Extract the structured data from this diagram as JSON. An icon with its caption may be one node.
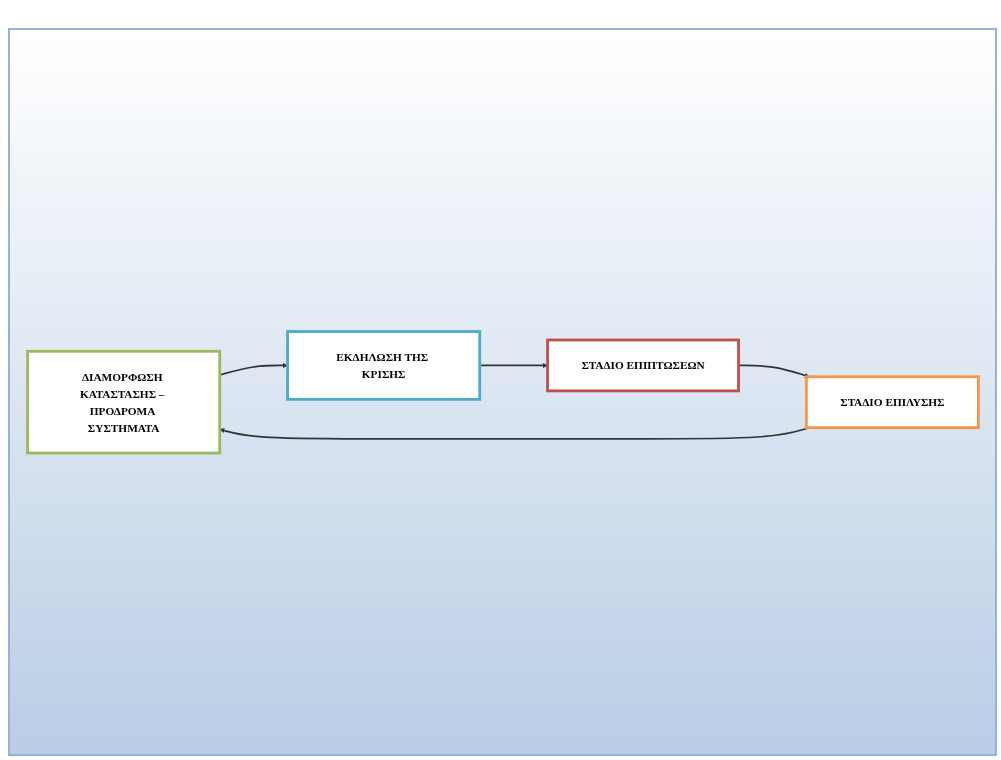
{
  "diagram": {
    "nodes": [
      {
        "text": [
          "ΔΙΑΜΟΡΦΩΣΗ ΚΑΤΑΣΤΑΣΗΣ – ΠΡΟΔΡΟΜΑ ΣΥΣΤΗΜΑΤΑ"
        ]
      },
      {
        "text": [
          "ΕΚΔΗΛΩΣΗ ΤΗΣ ΚΡΙΣΗΣ"
        ]
      },
      {
        "text": [
          "ΣΤΑΔΙΟ ΕΠΙΛΥΣΗΣ"
        ]
      },
      {
        "text": [
          "ΣΤΑΔΙΟ ΕΠΙΠΤΩΣΕΩΝ"
        ]
      }
    ],
    "edges": [
      {
        "from": 0,
        "to": 1,
        "arrow": "to"
      },
      {
        "from": 1,
        "to": 3,
        "arrow": "to"
      },
      {
        "from": 3,
        "to": 2,
        "arrow": "to"
      },
      {
        "from": 2,
        "to": 0,
        "arrow": "to"
      }
    ]
  }
}
